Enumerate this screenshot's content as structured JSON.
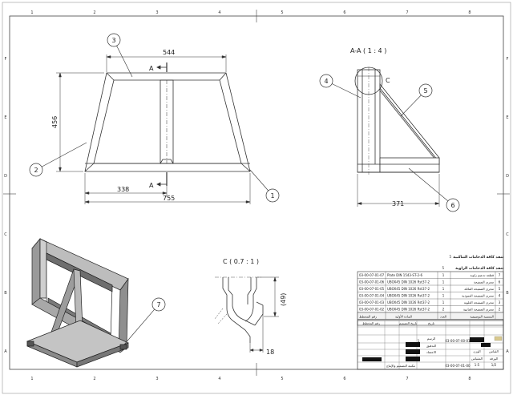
{
  "drawing": {
    "views": {
      "front": {
        "dims": {
          "top_width": "544",
          "height": "456",
          "bottom_left": "338",
          "overall_width": "755"
        },
        "section_marks": {
          "top": "A",
          "bottom": "A"
        }
      },
      "section": {
        "label": "A-A ( 1 : 4 )",
        "dims": {
          "base": "371"
        },
        "detail_mark": "C"
      },
      "detail": {
        "label": "C ( 0.7 : 1 )",
        "dims": {
          "height": "(49)",
          "thickness": "18"
        }
      }
    },
    "balloons": [
      "1",
      "2",
      "3",
      "4",
      "5",
      "6",
      "7"
    ],
    "zones": {
      "cols": [
        "1",
        "2",
        "3",
        "4",
        "5",
        "6",
        "7",
        "8"
      ],
      "rows": [
        "A",
        "B",
        "C",
        "D",
        "E",
        "F"
      ]
    }
  },
  "bom": {
    "title_lines": [
      "تنفذ كافة الدحامات التناكبية",
      "تنفذ كافة الدحامات الزاوية"
    ],
    "weld_symbols": [
      "5",
      "5"
    ],
    "rows": [
      {
        "item": "7",
        "code": "03-00-07-01-07",
        "spec": "Plate DIN 1543-ST-2-6",
        "qty": "1",
        "name": "قطعة تدعيم زاوية"
      },
      {
        "item": "6",
        "code": "03-00-07-01-06",
        "spec": "UBOX45 DIN 1026 Rst37-2",
        "qty": "1",
        "name": "مجرى الصفيحة"
      },
      {
        "item": "5",
        "code": "03-00-07-01-05",
        "spec": "UBOX45 DIN 1026 Rst37-2",
        "qty": "1",
        "name": "مجرى الصفيحة المائلة"
      },
      {
        "item": "4",
        "code": "03-00-07-01-04",
        "spec": "UBOX45 DIN 1026 Rst37-2",
        "qty": "1",
        "name": "مجرى الصفيحة العمودية"
      },
      {
        "item": "3",
        "code": "03-00-07-01-03",
        "spec": "UBOX45 DIN 1026 Rst37-2",
        "qty": "1",
        "name": "مجرى الصفيحة العلوية"
      },
      {
        "item": "2",
        "code": "03-00-07-01-02",
        "spec": "UBOX45 DIN 1026 Rst37-2",
        "qty": "2",
        "name": "مجرى الصفيحة الجانبية"
      },
      {
        "item": "1",
        "code": "03-00-07-01-01",
        "spec": "UBOX45 DIN 1026 Rst37-2",
        "qty": "1",
        "name": "مجرى الصفيحة السفلية"
      }
    ],
    "header": {
      "code": "رقم المخطط",
      "spec": "المادة الأولية",
      "qty": "العدد",
      "name": "التسمية التوصيفية"
    }
  },
  "title_block": {
    "field_labels": [
      "رقم المخطط",
      "تاريخ التصميم",
      "تاريخ",
      "الرسم",
      "التدقيق",
      "الاعتماد",
      "الوزن",
      "القياس",
      "المقياس",
      "الورقة"
    ],
    "drawing_number": "03-00-07-01-00",
    "part_code": "03-00-07-00-01",
    "qty": "1",
    "scale": "1:5",
    "sheet": "1/2",
    "note": "مكتبة التصميم والإنتاج"
  }
}
